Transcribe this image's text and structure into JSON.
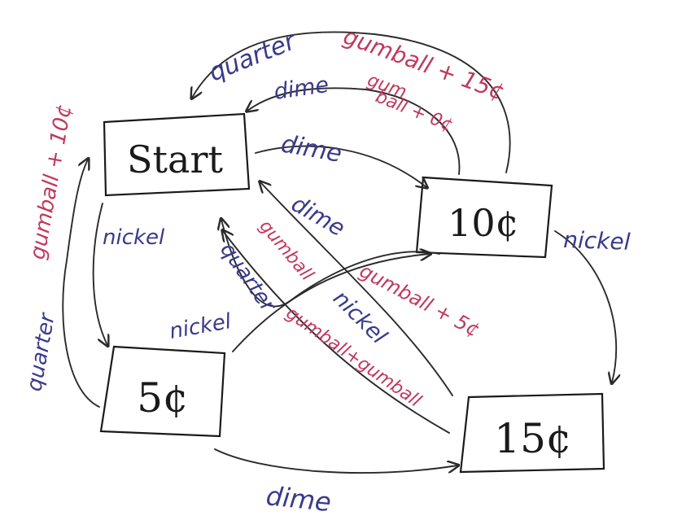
{
  "colors": {
    "ink": "#1a1a1a",
    "input_label": "#3a3a8c",
    "output_label": "#c0395f"
  },
  "states": {
    "start": "Start",
    "ten": "10¢",
    "five": "5¢",
    "fifteen": "15¢"
  },
  "transitions": {
    "start_to_ten": {
      "input": "dime"
    },
    "start_to_five": {
      "input": "nickel"
    },
    "ten_to_fifteen": {
      "input": "nickel"
    },
    "five_to_fifteen": {
      "input": "dime"
    },
    "ten_to_start_top": {
      "input": "quarter",
      "output": "gumball + 15¢"
    },
    "ten_to_start_mid": {
      "input": "dime",
      "output_line1": "gum",
      "output_line2": "ball + 0¢"
    },
    "ten_to_start_cross": {
      "input": "dime",
      "output": "gumball + 5¢"
    },
    "five_to_start": {
      "input": "quarter",
      "output": "gumball + 10¢"
    },
    "fifteen_to_start_gum": {
      "input": "nickel",
      "output": "gumball"
    },
    "fifteen_to_start_q": {
      "input": "quarter",
      "output": "gumball+gumball"
    },
    "five_to_ten": {
      "input": "nickel"
    }
  }
}
